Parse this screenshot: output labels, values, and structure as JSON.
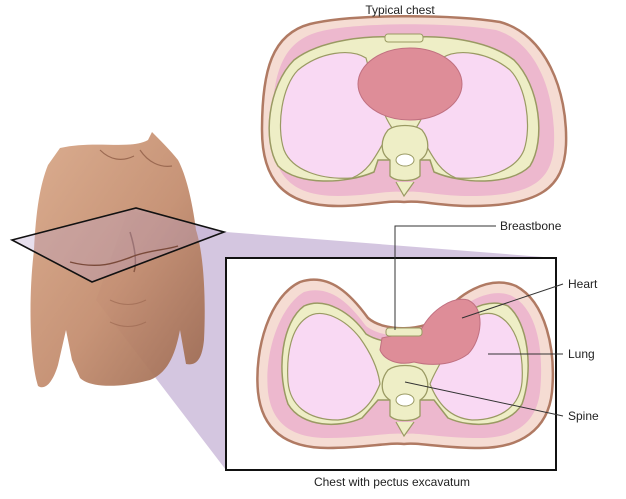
{
  "diagram": {
    "title_typical": "Typical chest",
    "title_pectus": "Chest with pectus excavatum",
    "labels": {
      "breastbone": "Breastbone",
      "heart": "Heart",
      "lung": "Lung",
      "spine": "Spine"
    }
  },
  "colors": {
    "skin_outer": "#f5dcd3",
    "skin_edge": "#b07a63",
    "lung": "#f9d9f3",
    "heart": "#de8d98",
    "bone": "#eeeec6",
    "bone_edge": "#9a9a63",
    "cavity": "#ecb5cd",
    "callout_plane": "#c9b5d6",
    "body_skin": "#c99574"
  }
}
